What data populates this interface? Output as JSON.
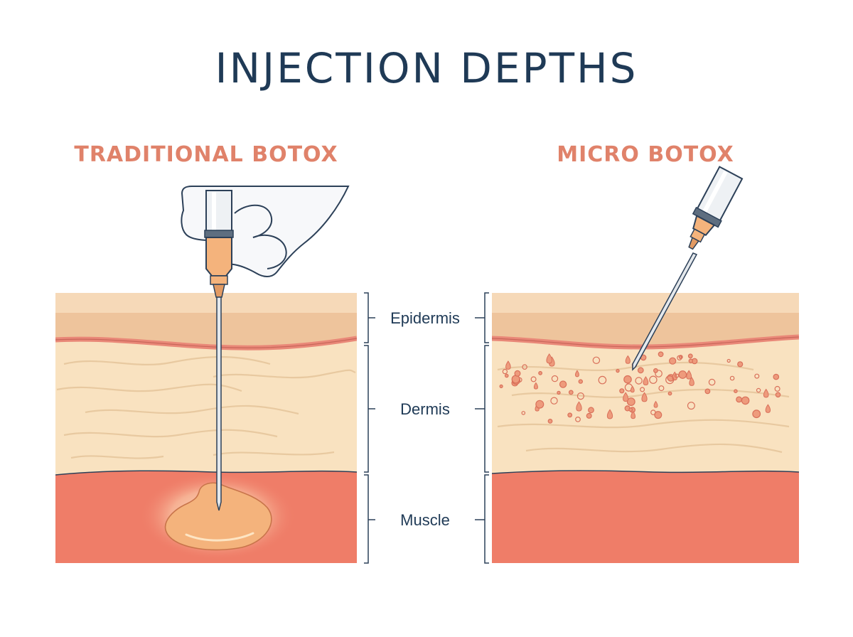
{
  "title": "INJECTION DEPTHS",
  "panels": {
    "left": {
      "title": "TRADITIONAL BOTOX"
    },
    "right": {
      "title": "MICRO BOTOX"
    }
  },
  "layers": {
    "epidermis": "Epidermis",
    "dermis": "Dermis",
    "muscle": "Muscle"
  },
  "colors": {
    "title": "#1f3a56",
    "panel_title": "#e0826a",
    "epidermis": "#f6d9b8",
    "epidermis_lower": "#eec49c",
    "membrane": "#e98878",
    "dermis": "#f9e2c0",
    "muscle": "#ef7d68",
    "droplet": "#ee9b7c",
    "outline": "#2c4058"
  }
}
